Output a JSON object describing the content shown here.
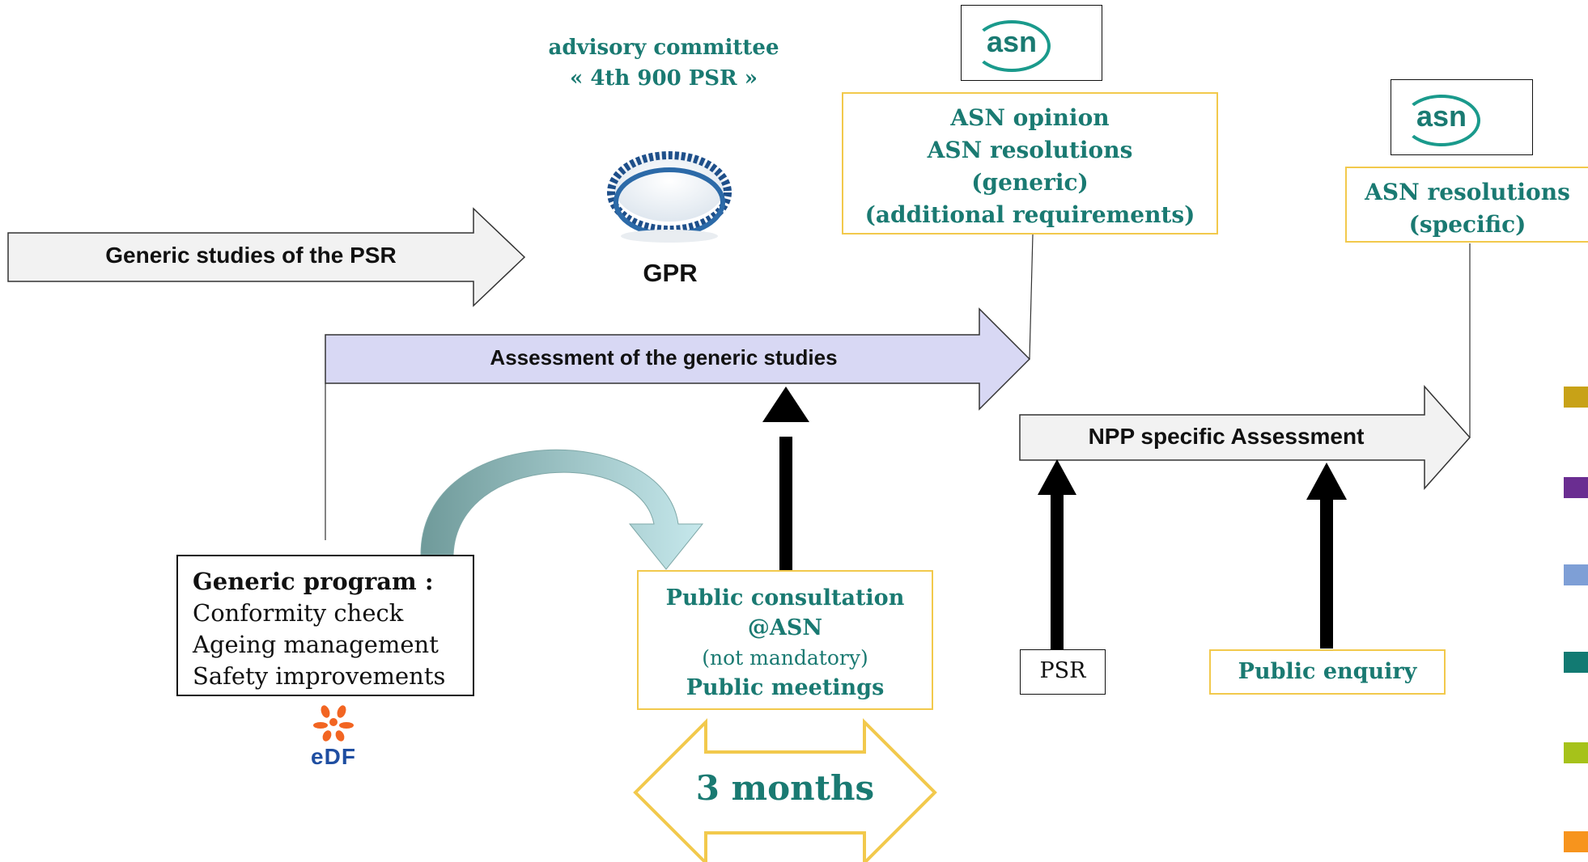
{
  "committee": {
    "line1": "advisory committee",
    "line2": "« 4th 900 PSR »"
  },
  "gpr_label": "GPR",
  "generic_studies_label": "Generic studies of the PSR",
  "assessment_label": "Assessment of the generic studies",
  "npp_assessment_label": "NPP specific Assessment",
  "asn_logo_text": "asn",
  "asn_opinion_box": {
    "line1": "ASN opinion",
    "line2": "ASN resolutions",
    "line3": "(generic)",
    "line4": "(additional requirements)"
  },
  "asn_specific_box": {
    "line1": "ASN resolutions",
    "line2": "(specific)"
  },
  "generic_program": {
    "title": "Generic program :",
    "item1": "Conformity check",
    "item2": "Ageing management",
    "item3": "Safety improvements"
  },
  "edf_logo_text": "eDF",
  "public_consultation": {
    "line1": "Public consultation",
    "line2": "@ASN",
    "line3": "(not mandatory)",
    "line4": "Public meetings"
  },
  "duration_label": "3 months",
  "psr_label": "PSR",
  "public_enquiry_label": "Public enquiry",
  "colors": {
    "teal_text": "#1a7a72",
    "box_border": "#f2c94c",
    "assessment_fill": "#d8d8f4",
    "generic_fill": "#f2f2f2",
    "edf_orange": "#f26522",
    "edf_blue": "#1f4ea1",
    "side_swatches": [
      "#c8a217",
      "#6a2d91",
      "#7e9fd6",
      "#127a72",
      "#a6c21a",
      "#f7941d"
    ]
  }
}
